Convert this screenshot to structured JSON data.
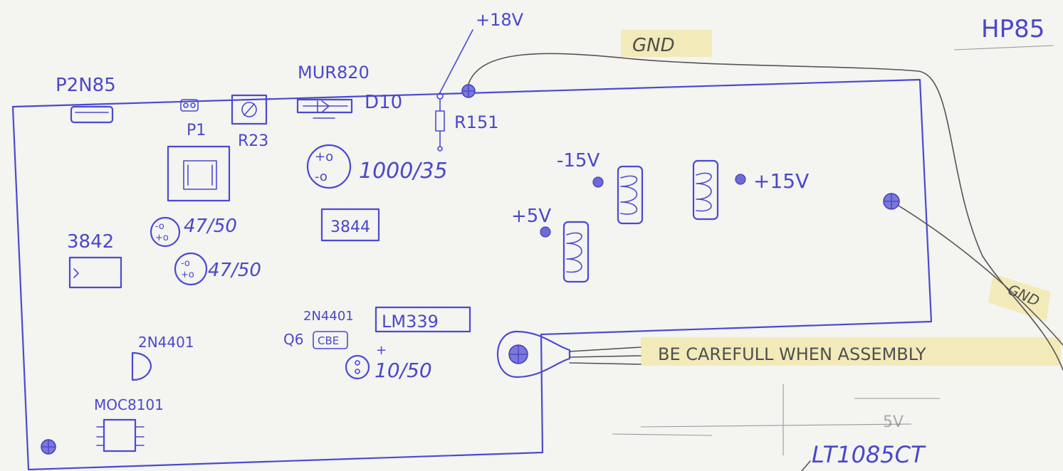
{
  "labels": {
    "board_title": "HP85",
    "v18": "+18V",
    "gnd_top": "GND",
    "gnd_right": "GND",
    "p2n85": "P2N85",
    "mur820": "MUR820",
    "d10": "D10",
    "p1": "P1",
    "r23": "R23",
    "r151": "R151",
    "cap_1000": "1000/35",
    "cap_47a": "47/50",
    "cap_47b": "47/50",
    "ic_3842": "3842",
    "ic_3844": "3844",
    "minus15": "-15V",
    "plus15": "+15V",
    "plus5": "+5V",
    "lm339": "LM339",
    "q6_type": "2N4401",
    "q6": "Q6",
    "q6_pins": "CBE",
    "cap_10": "10/50",
    "trans_2n4401": "2N4401",
    "moc": "MOC8101",
    "warning": "BE CAREFULL WHEN ASSEMBLY",
    "lt1085": "LT1085CT",
    "faint_v": "5V"
  },
  "colors": {
    "ink": "#4b4ad0",
    "pencil": "#555555",
    "highlight": "#f3e7a6",
    "paper": "#f4f4f1"
  }
}
